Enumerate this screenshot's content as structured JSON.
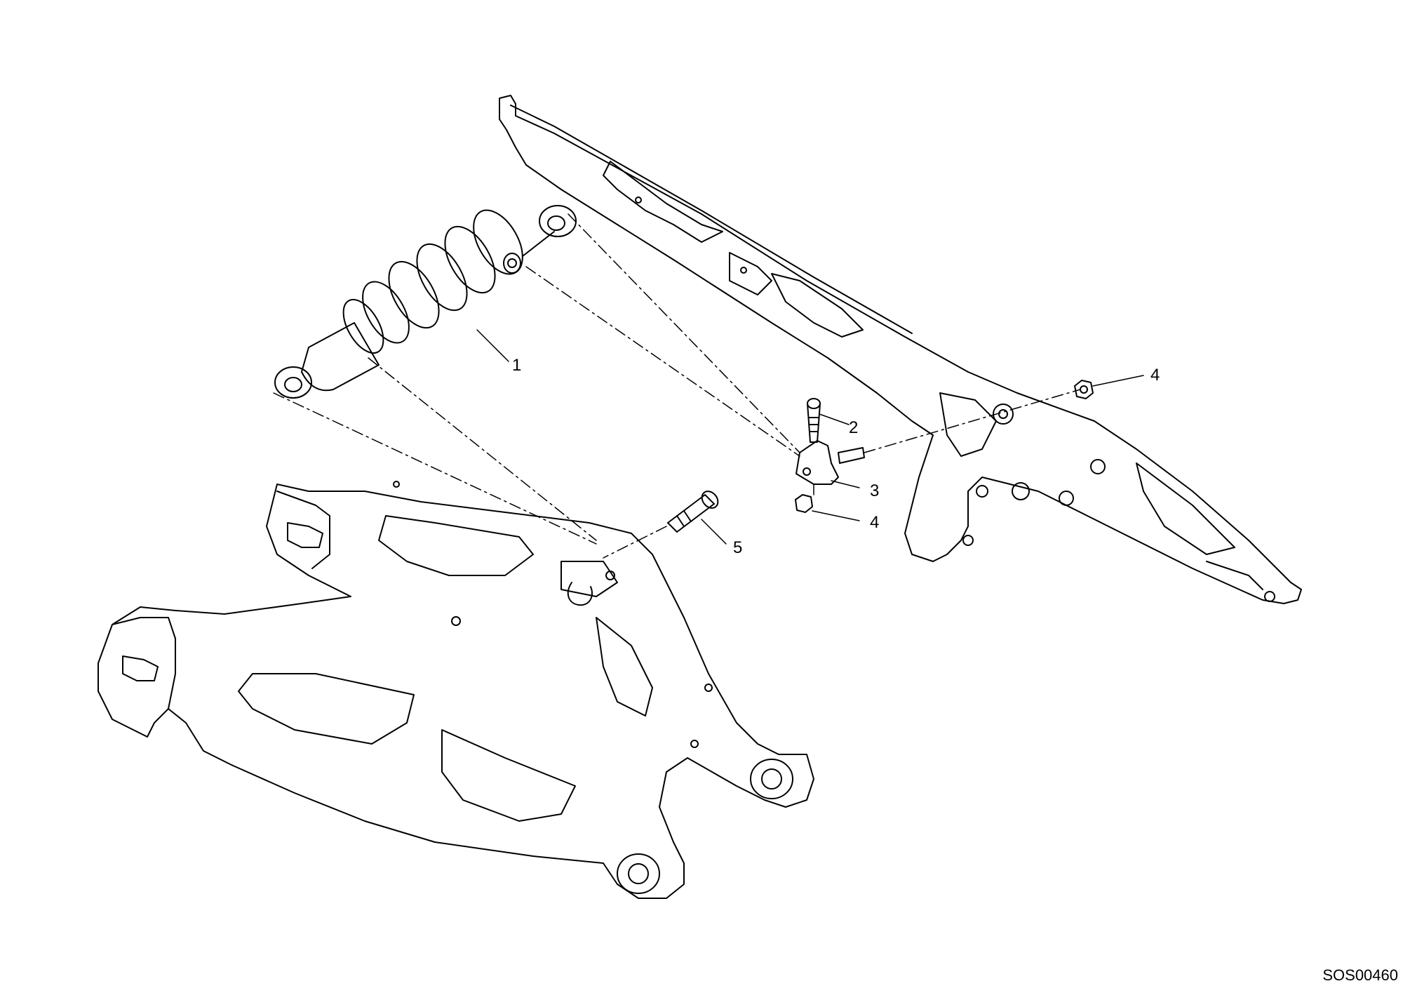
{
  "callouts": [
    {
      "id": "shock-absorber",
      "label": "1"
    },
    {
      "id": "bolt-upper",
      "label": "2"
    },
    {
      "id": "bracket",
      "label": "3"
    },
    {
      "id": "nut-lower",
      "label": "4"
    },
    {
      "id": "nut-frame",
      "label": "4"
    },
    {
      "id": "bolt-lower",
      "label": "5"
    }
  ],
  "document_code": "SOS00460"
}
